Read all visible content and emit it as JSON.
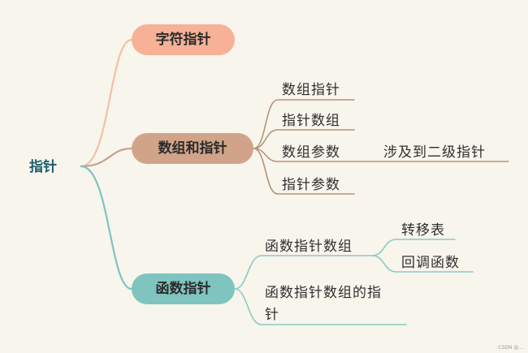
{
  "root": {
    "label": "指针"
  },
  "branches": [
    {
      "label": "字符指针",
      "color": "#f3a88a"
    },
    {
      "label": "数组和指针",
      "color": "#c79a80",
      "children": [
        "数组指针",
        "指针数组",
        "数组参数",
        "指针参数"
      ],
      "grandchild": "涉及到二级指针"
    },
    {
      "label": "函数指针",
      "color": "#72bdb8",
      "children": [
        "函数指针数组",
        "函数指针数组的指",
        "针"
      ],
      "grandchildren": [
        "转移表",
        "回调函数"
      ]
    }
  ],
  "watermark": "CSDN @...",
  "colors": {
    "background": "#f7f5ec",
    "root_text": "#1d5c6a"
  }
}
